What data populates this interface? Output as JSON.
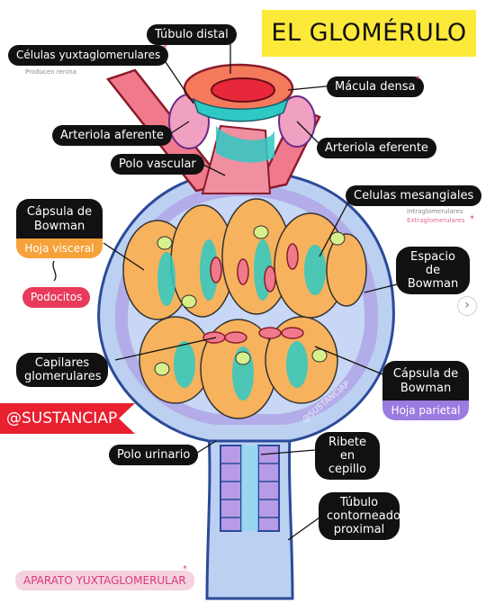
{
  "title": "EL GLOMÉRULO",
  "labels": {
    "tubulo_distal": "Túbulo distal",
    "celulas_yuxta": "Células yuxtaglomerulares",
    "celulas_yuxta_sub": "Producen renina",
    "macula_densa": "Mácula densa",
    "arteriola_aferente": "Arteriola aferente",
    "arteriola_eferente": "Arteriola eferente",
    "polo_vascular": "Polo vascular",
    "celulas_mesangiales": "Celulas mesangiales",
    "mesangiales_sub1": "Intraglomerulares",
    "mesangiales_sub2": "Extraglomerulares",
    "capsula_bowman_1": "Cápsula de Bowman",
    "hoja_visceral": "Hoja visceral",
    "podocitos": "Podocitos",
    "espacio_bowman": "Espacio de Bowman",
    "capilares": "Capilares glomerulares",
    "capsula_bowman_2": "Cápsula de Bowman",
    "hoja_parietal": "Hoja parietal",
    "polo_urinario": "Polo urinario",
    "ribete": "Ribete en cepillo",
    "tubulo_proximal": "Túbulo contorneado proximal",
    "aparato": "APARATO YUXTAGLOMERULAR",
    "brand": "@SUSTANCIAP",
    "watermark": "@SUSTANCIAP",
    "star": "*"
  },
  "nav_icon": "chevron-right-icon",
  "nav_glyph": "›",
  "colors": {
    "title_bg": "#fde93a",
    "capsule_blue": "#b9cdf0",
    "capsule_outline": "#3b5fb8",
    "parietal_purple": "#a98fe0",
    "podocyte_orange": "#f6b25c",
    "capillary_teal": "#2ec9c4",
    "arteriole_pink": "#f07a8c",
    "nucleus_yellow": "#d8f08c",
    "brand_red": "#e8202f",
    "hoja_visceral_bg": "#f6a23a",
    "hoja_parietal_bg": "#9b7be0"
  }
}
